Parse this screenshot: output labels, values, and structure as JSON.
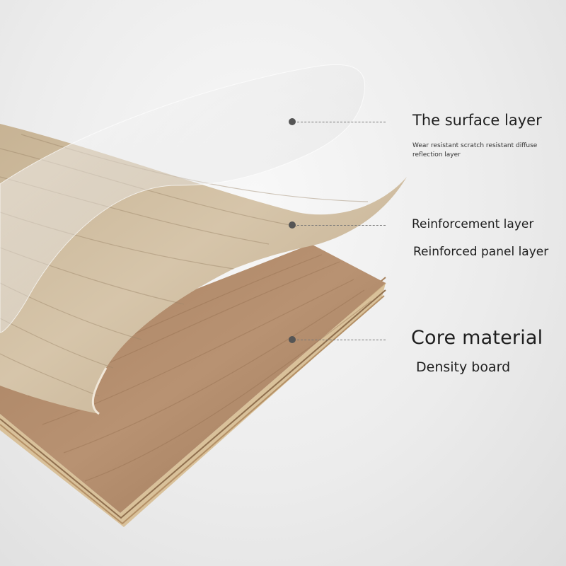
{
  "layers": [
    {
      "title": "The surface layer",
      "description": "Wear resistant scratch resistant diffuse reflection layer"
    },
    {
      "title": "Reinforcement layer",
      "description": "Reinforced panel layer"
    },
    {
      "title": "Core material",
      "description": "Density board"
    }
  ],
  "colors": {
    "background": "#ececec",
    "wood_light": "#cdbba0",
    "wood_core": "#b08a66",
    "core_edge": "#d8c09a",
    "leader_line": "#777777",
    "text": "#1e1e1e"
  }
}
